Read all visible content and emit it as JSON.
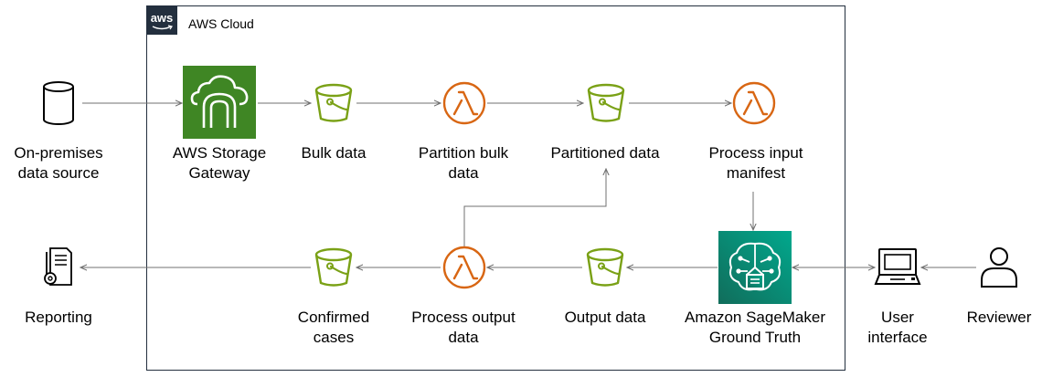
{
  "cloud": {
    "title": "AWS Cloud",
    "logo_text": "aws"
  },
  "nodes": {
    "onprem": {
      "icon": "database-icon",
      "lines": [
        "On-premises",
        "data source"
      ]
    },
    "gateway": {
      "icon": "storage-gateway-icon",
      "lines": [
        "AWS Storage",
        "Gateway"
      ]
    },
    "bulk": {
      "icon": "s3-bucket-icon",
      "lines": [
        "Bulk data"
      ]
    },
    "partition": {
      "icon": "lambda-icon",
      "lines": [
        "Partition bulk",
        "data"
      ]
    },
    "partitioned": {
      "icon": "s3-bucket-icon",
      "lines": [
        "Partitioned data"
      ]
    },
    "processin": {
      "icon": "lambda-icon",
      "lines": [
        "Process input",
        "manifest"
      ]
    },
    "sagemaker": {
      "icon": "sagemaker-ground-truth-icon",
      "lines": [
        "Amazon SageMaker",
        "Ground Truth"
      ]
    },
    "output": {
      "icon": "s3-bucket-icon",
      "lines": [
        "Output data"
      ]
    },
    "processout": {
      "icon": "lambda-icon",
      "lines": [
        "Process output",
        "data"
      ]
    },
    "confirmed": {
      "icon": "s3-bucket-icon",
      "lines": [
        "Confirmed",
        "cases"
      ]
    },
    "reporting": {
      "icon": "report-document-icon",
      "lines": [
        "Reporting"
      ]
    },
    "ui": {
      "icon": "computer-monitor-icon",
      "lines": [
        "User",
        "interface"
      ]
    },
    "reviewer": {
      "icon": "user-icon",
      "lines": [
        "Reviewer"
      ]
    }
  },
  "colors": {
    "storage_green": "#3F8624",
    "storage_green_light": "#7AA116",
    "compute_orange": "#D86613",
    "ml_teal": "#01A88D",
    "ml_teal_dark": "#116D5B",
    "arrow": "#707070",
    "outline": "#232F3E"
  }
}
